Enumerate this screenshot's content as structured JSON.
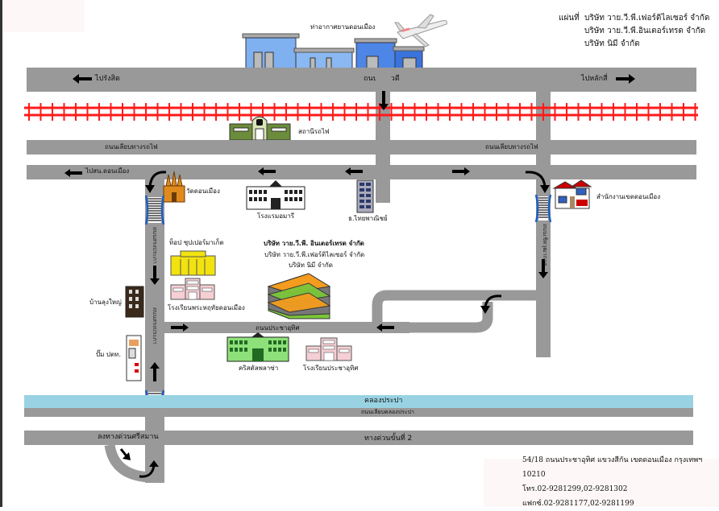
{
  "header": {
    "title_prefix": "แผ่นที่",
    "companies": [
      "บริษัท วาย.วี.พี.เฟอร์ติไลเซอร์ จำกัด",
      "บริษัท วาย.วี.พี.อินเตอร์เทรด จำกัด",
      "บริษัท นิมี จำกัด"
    ]
  },
  "landmarks": {
    "airport": "ท่าอากาศยานดอนเมือง",
    "train_station": "สถานีรถไฟ",
    "wat": "วัดดอนเมือง",
    "hotel": "โรงแรมอมารี",
    "bank": "ธ.ไทยพาณิชย์",
    "district_office": "สำนักงานเขตดอนเมือง",
    "supermarket": "ท็อป ซุปเปอร์มาเก็ต",
    "school_1": "โรงเรียนพระหฤทัยดอนเมือง",
    "house": "บ้านลุงใหญ่",
    "gas_station": "ปั๊ม ปตท.",
    "church": "คริสตัลพลาซ่า",
    "school_2": "โรงเรียนประชาอุทิศ"
  },
  "company_block": {
    "lines": [
      "บริษัท วาย.วี.พี. อินเตอร์เทรด จำกัด",
      "บริษัท วาย.วี.พี.เฟอร์ติไลเซอร์ จำกัด",
      "บริษัท นิมี จำกัด"
    ]
  },
  "roads": {
    "vibhavadi": "ถนนวิภาวดี",
    "to_rangsit": "ไปรังสิต",
    "to_laksi": "ไปหลักสี่",
    "rail_road_1": "ถนนเลียบทางรถไฟ",
    "rail_road_2": "ถนนเลียบทางรถไฟ",
    "to_district": "ไปสน.ดอนเมือง",
    "songprapa_1": "ถนนสรงประภา",
    "songprapa_2": "ถนนสรงประภา",
    "chermprakiat": "ถนนเชิดวุฒากาศ",
    "prachauthit": "ถนนประชาอุทิศ",
    "canal": "คลองประปา",
    "canal_road": "ถนนเลียบคลองประปา",
    "expressway": "ทางด่วนขั้นที่ 2",
    "expressway_exit": "ลงทางด่วนศรีสมาน"
  },
  "contact": {
    "address": "54/18 ถนนประชาอุทิศ แขวงสีกัน เขตดอนเมือง กรุงเทพฯ 10210",
    "phone": "โทร.02-9281299,02-9281302",
    "fax": "แฟกซ์.02-9281177,02-9281199"
  },
  "colors": {
    "road": "#999999",
    "railway": "#ff1a1a",
    "canal": "#99d3e3",
    "crosswalk_bracket": "#1f5fbf"
  }
}
